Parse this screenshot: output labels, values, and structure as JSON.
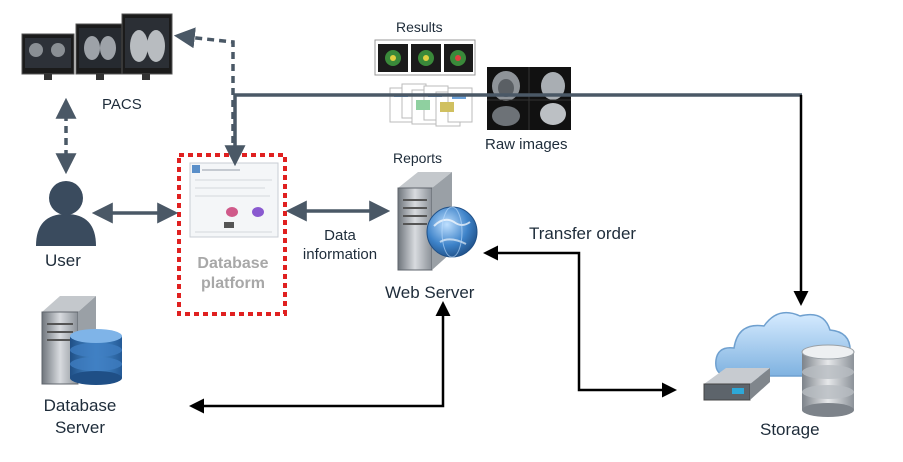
{
  "nodes": {
    "pacs": "PACS",
    "results": "Results",
    "raw_images": "Raw images",
    "reports": "Reports",
    "user": "User",
    "database_platform_line1": "Database",
    "database_platform_line2": "platform",
    "data_information_line1": "Data",
    "data_information_line2": "information",
    "web_server": "Web Server",
    "transfer_order": "Transfer order",
    "database_server_line1": "Database",
    "database_server_line2": "Server",
    "storage": "Storage"
  },
  "colors": {
    "arrow_slate": "#4a5866",
    "arrow_black": "#000000",
    "platform_border": "#e02020",
    "user_icon": "#3a4b5e",
    "server_gray": "#8a9097",
    "db_blue": "#2f6aa8",
    "cloud_blue": "#8dbbe6"
  }
}
